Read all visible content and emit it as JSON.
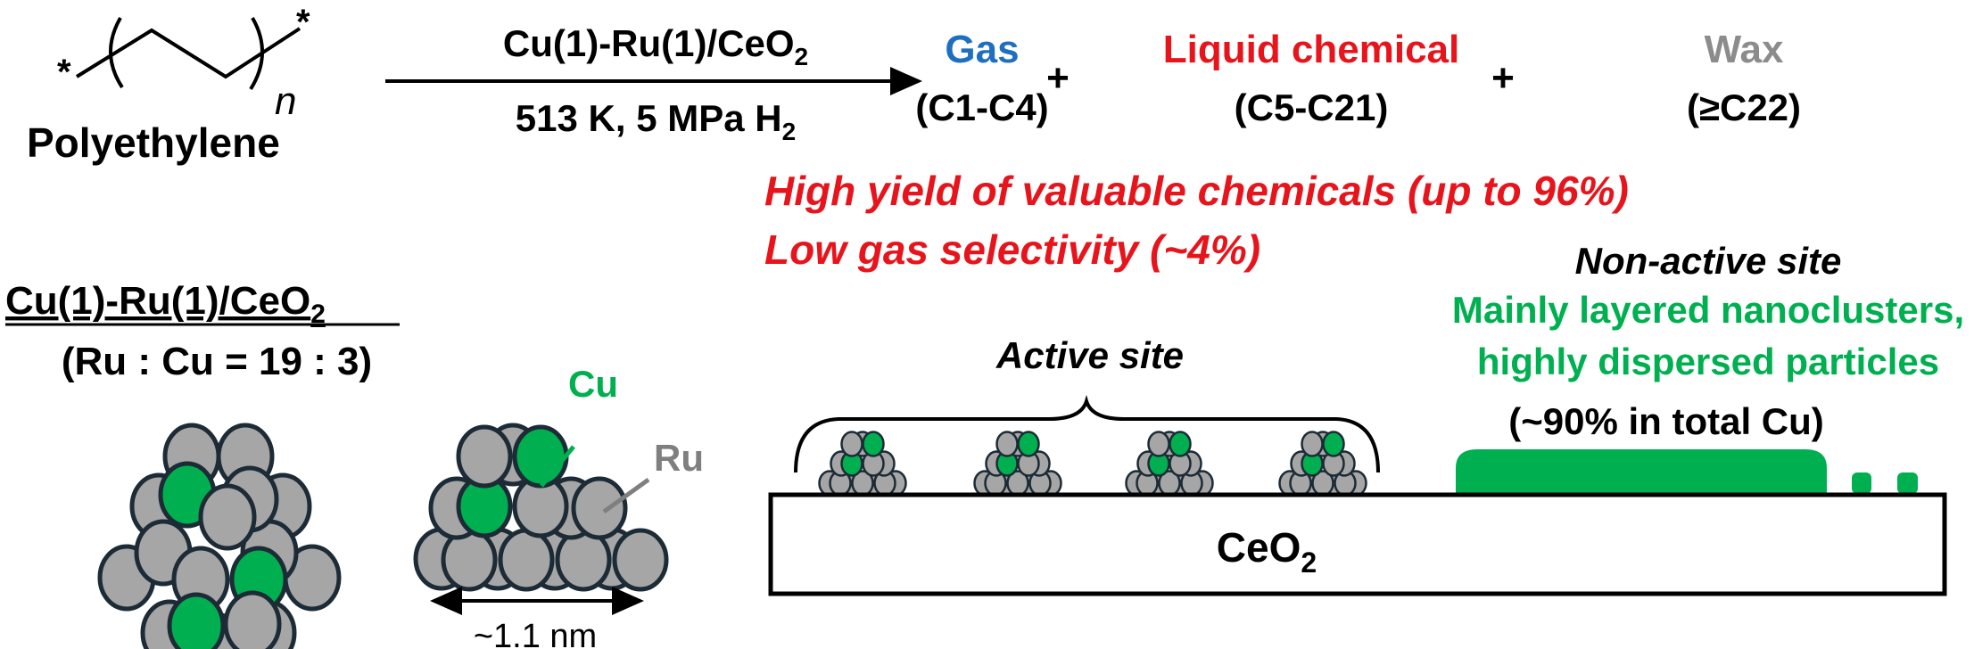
{
  "colors": {
    "gas": "#1f6fc0",
    "liquid": "#e8141c",
    "wax": "#8c8c8c",
    "highlight_red": "#e8141c",
    "cu_green": "#00b050",
    "ru_gray": "#a6a6a6",
    "atom_outline": "#1c2b36",
    "ru_label_gray": "#7f7f7f",
    "text": "#000000"
  },
  "reaction": {
    "reactant": {
      "name": "Polyethylene",
      "end_group_left": "*",
      "end_group_right": "*",
      "repeat_subscript": "n"
    },
    "catalyst": "Cu(1)-Ru(1)/CeO",
    "catalyst_subscript": "2",
    "conditions": "513 K, 5 MPa H",
    "conditions_subscript": "2",
    "plus_1": "+",
    "plus_2": "+",
    "products": [
      {
        "name": "Gas",
        "range": "(C1-C4)"
      },
      {
        "name": "Liquid chemical",
        "range": "(C5-C21)"
      },
      {
        "name": "Wax",
        "range": "(≥C22)"
      }
    ]
  },
  "highlights": [
    "High yield of valuable chemicals (up to 96%)",
    "Low gas selectivity (~4%)"
  ],
  "catalyst_panel": {
    "title": "Cu(1)-Ru(1)/CeO",
    "title_subscript": "2",
    "ratio": "(Ru : Cu = 19 : 3)",
    "label_cu": "Cu",
    "label_ru": "Ru",
    "size_label": "~1.1 nm"
  },
  "surface_panel": {
    "active_label": "Active site",
    "nonactive_label": "Non-active site",
    "nonactive_desc_line1": "Mainly layered nanoclusters,",
    "nonactive_desc_line2": "highly dispersed particles",
    "nonactive_fraction": "(~90% in total Cu)",
    "support": "CeO",
    "support_subscript": "2",
    "active_cluster_count": 4
  }
}
